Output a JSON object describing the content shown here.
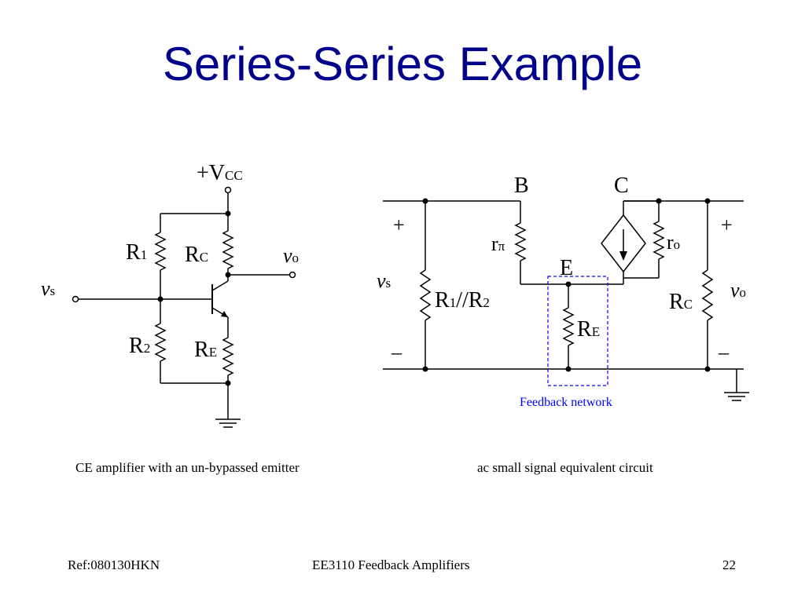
{
  "title": "Series-Series Example",
  "left_circuit": {
    "vcc": {
      "main": "+V",
      "sub": "CC"
    },
    "r1": {
      "main": "R",
      "sub": "1"
    },
    "r2": {
      "main": "R",
      "sub": "2"
    },
    "rc": {
      "main": "R",
      "sub": "C"
    },
    "re": {
      "main": "R",
      "sub": "E"
    },
    "vs": {
      "main": "v",
      "sub": "s"
    },
    "vo": {
      "main": "v",
      "sub": "o"
    }
  },
  "right_circuit": {
    "node_b": "B",
    "node_c": "C",
    "node_e": "E",
    "plus_left": "+",
    "plus_right": "+",
    "minus_left": "–",
    "minus_right": "–",
    "vs": {
      "main": "v",
      "sub": "s"
    },
    "vo": {
      "main": "v",
      "sub": "o"
    },
    "rpi": {
      "main": "r",
      "sub": "π"
    },
    "ro": {
      "main": "r",
      "sub": "o"
    },
    "r12": {
      "main1": "R",
      "sub1": "1",
      "mid": "//R",
      "sub2": "2"
    },
    "rc": {
      "main": "R",
      "sub": "C"
    },
    "re": {
      "main": "R",
      "sub": "E"
    },
    "feedback_label": "Feedback network"
  },
  "captions": {
    "left": "CE amplifier with an un-bypassed emitter",
    "right": "ac small signal equivalent circuit"
  },
  "footer": {
    "ref": "Ref:080130HKN",
    "course": "EE3110 Feedback Amplifiers",
    "page": "22"
  },
  "colors": {
    "title": "#00008b",
    "feedback": "#0000ff",
    "wire": "#000000"
  }
}
